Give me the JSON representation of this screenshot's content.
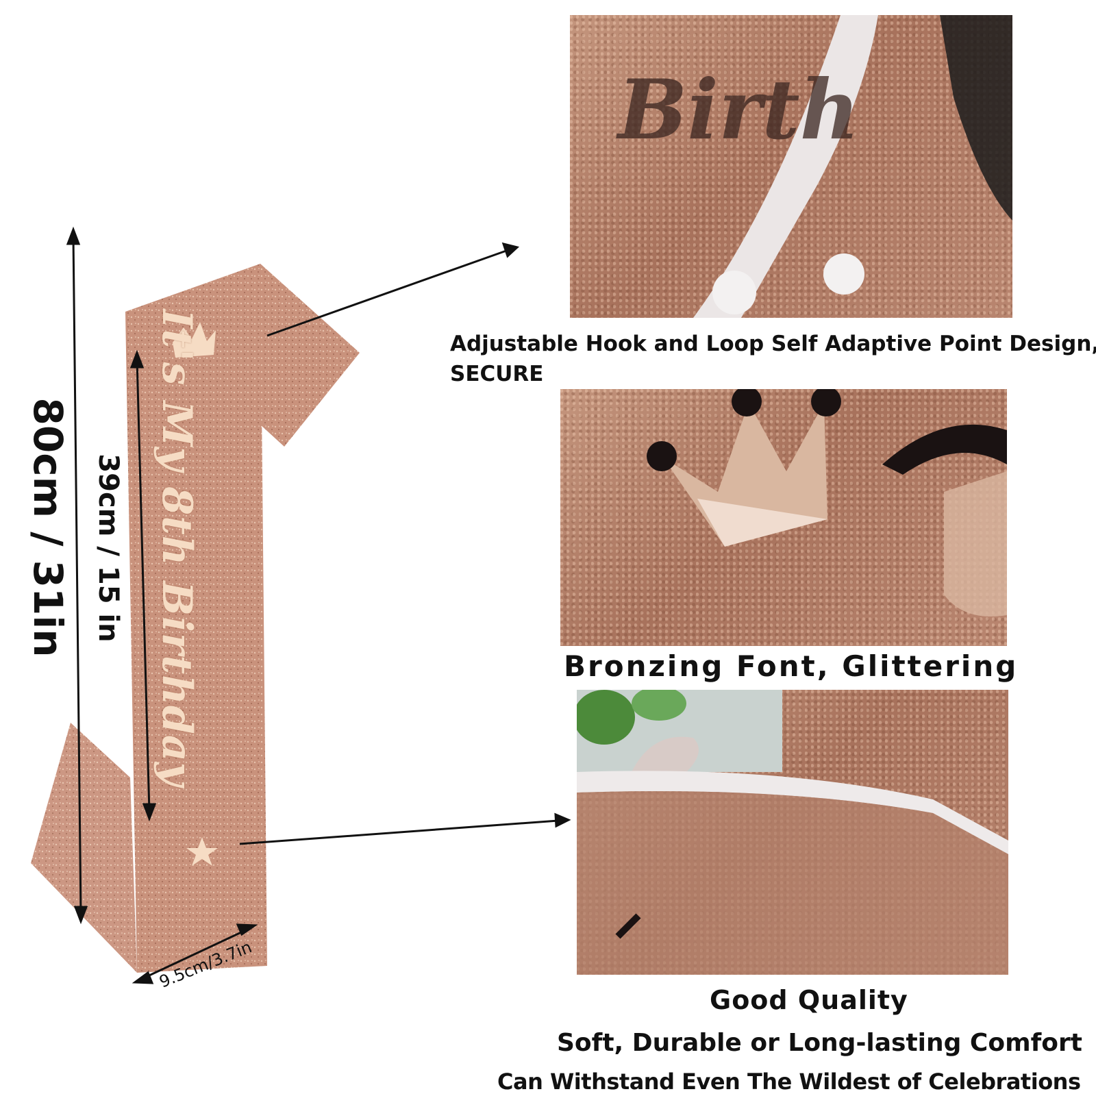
{
  "dimensions": {
    "total_length": "80cm / 31in",
    "text_length": "39cm / 15 in",
    "width": "9.5cm/3.7in"
  },
  "sash": {
    "text": "It's My 8th Birthday",
    "color": "#c9927c"
  },
  "captions": {
    "hook_loop_line1": "Adjustable Hook and Loop Self Adaptive Point Design,",
    "hook_loop_line2": "SECURE",
    "bronzing": "Bronzing Font, Glittering",
    "quality_title": "Good Quality",
    "quality_line1": "Soft, Durable or Long-lasting Comfort",
    "quality_line2": "Can Withstand Even The Wildest of Celebrations"
  }
}
